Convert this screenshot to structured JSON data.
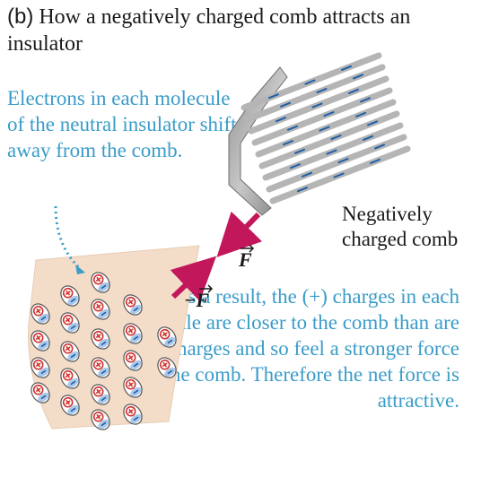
{
  "title": {
    "part_label": "(b)",
    "text": "How a negatively charged comb attracts an insulator"
  },
  "annotations": {
    "electrons_shift": "Electrons in each molecule of the neutral insulator shift away from the comb.",
    "result": "As a result, the (+) charges in each molecule are closer to the comb than are the (−) charges and so feel a stronger force from the comb. Therefore the net force is attractive."
  },
  "comb_label": "Negatively charged comb",
  "force_labels": {
    "on_comb": "F",
    "on_insulator": "−F"
  },
  "colors": {
    "annotation_text": "#3a9cc8",
    "force_arrow": "#c2185b",
    "insulator": "#f3dcc8",
    "comb": "#b5b5b5",
    "positive_charge": "#d0312d",
    "negative_charge": "#1f5fa8"
  }
}
